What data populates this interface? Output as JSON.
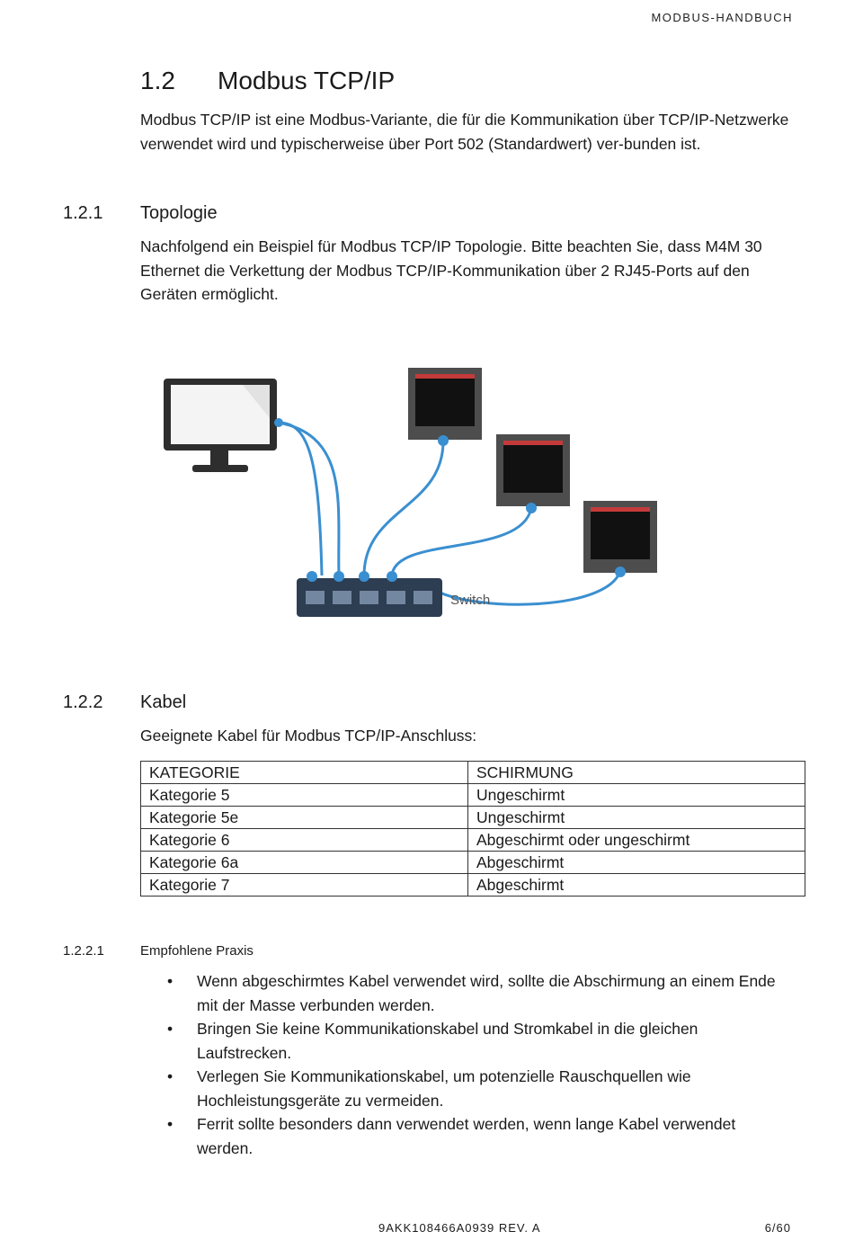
{
  "header": {
    "title": "MODBUS-HANDBUCH"
  },
  "section": {
    "number": "1.2",
    "title": "Modbus TCP/IP",
    "intro": "Modbus TCP/IP ist eine Modbus-Variante, die für die Kommunikation über TCP/IP-Netzwerke verwendet wird und typischerweise über Port 502 (Standardwert) ver-bunden ist."
  },
  "topology": {
    "number": "1.2.1",
    "title": "Topologie",
    "text": "Nachfolgend ein Beispiel für Modbus TCP/IP Topologie. Bitte beachten Sie, dass M4M 30 Ethernet die Verkettung der Modbus TCP/IP-Kommunikation über 2 RJ45-Ports auf den Geräten ermöglicht.",
    "switch_label": "Switch"
  },
  "cable": {
    "number": "1.2.2",
    "title": "Kabel",
    "text": "Geeignete Kabel für Modbus TCP/IP-Anschluss:",
    "table": {
      "headers": [
        "KATEGORIE",
        "SCHIRMUNG"
      ],
      "rows": [
        [
          "Kategorie 5",
          "Ungeschirmt"
        ],
        [
          "Kategorie 5e",
          "Ungeschirmt"
        ],
        [
          "Kategorie 6",
          "Abgeschirmt oder ungeschirmt"
        ],
        [
          "Kategorie 6a",
          "Abgeschirmt"
        ],
        [
          "Kategorie 7",
          "Abgeschirmt"
        ]
      ]
    }
  },
  "practice": {
    "number": "1.2.2.1",
    "title": "Empfohlene Praxis",
    "bullets": [
      "Wenn abgeschirmtes Kabel verwendet wird, sollte die Abschirmung an einem Ende mit der Masse verbunden werden.",
      "Bringen Sie keine Kommunikationskabel und Stromkabel in die gleichen Laufstrecken.",
      "Verlegen Sie Kommunikationskabel, um potenzielle Rauschquellen wie Hochleistungsgeräte zu vermeiden.",
      "Ferrit sollte besonders dann verwendet werden, wenn lange Kabel verwendet werden."
    ]
  },
  "footer": {
    "doc_code": "9AKK108466A0939 REV. A",
    "page": "6/60"
  }
}
